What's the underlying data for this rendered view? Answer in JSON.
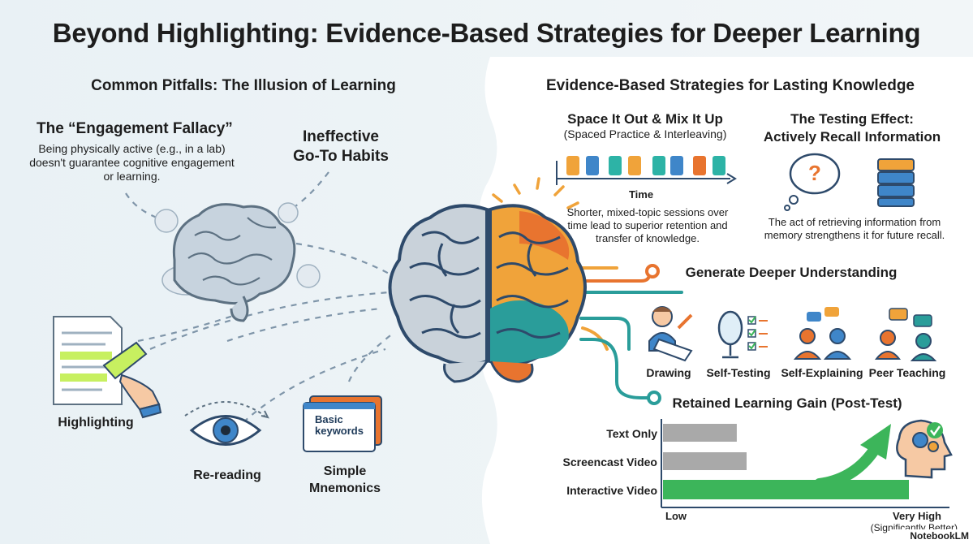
{
  "title": "Beyond Highlighting: Evidence-Based Strategies for Deeper Learning",
  "left": {
    "heading": "Common Pitfalls: The Illusion of Learning",
    "engagement": {
      "title": "The “Engagement Fallacy”",
      "body": "Being physically active (e.g., in a lab) doesn't guarantee cognitive engagement or learning."
    },
    "habits": {
      "line1": "Ineffective",
      "line2": "Go-To Habits"
    },
    "items": {
      "highlighting": "Highlighting",
      "rereading": "Re-reading",
      "mnemonics_line1": "Simple",
      "mnemonics_line2": "Mnemonics"
    },
    "card_text_line1": "Basic",
    "card_text_line2": "keywords"
  },
  "right": {
    "heading": "Evidence-Based Strategies for Lasting Knowledge",
    "spacing": {
      "title": "Space It Out & Mix It Up",
      "subtitle": "(Spaced Practice & Interleaving)",
      "axis": "Time",
      "body": "Shorter, mixed-topic sessions over time lead to superior retention and transfer of knowledge.",
      "blocks": [
        "#f0a33a",
        "#3f86c9",
        "#2db3a6",
        "#f0a33a",
        "#2db3a6",
        "#3f86c9",
        "#e8742f",
        "#2db3a6"
      ]
    },
    "testing": {
      "title_line1": "The Testing Effect:",
      "title_line2": "Actively Recall Information",
      "body": "The act of retrieving information from memory strengthens it for future recall.",
      "icon_glyph": "?"
    },
    "generate": {
      "title": "Generate Deeper Understanding",
      "items": [
        "Drawing",
        "Self-Testing",
        "Self-Explaining",
        "Peer Teaching"
      ]
    },
    "retained": {
      "title": "Retained Learning Gain (Post-Test)",
      "low_label": "Low",
      "high_label": "Very High",
      "high_sub": "(Significantly Better)"
    }
  },
  "chart_data": {
    "type": "bar",
    "title": "Retained Learning Gain (Post-Test)",
    "categories": [
      "Text Only",
      "Screencast Video",
      "Interactive Video"
    ],
    "values": [
      0.3,
      0.34,
      1.0
    ],
    "colors": [
      "#a9a9a9",
      "#a9a9a9",
      "#3cb55a"
    ],
    "x_axis_low": "Low",
    "x_axis_high": "Very High",
    "x_axis_note": "(Significantly Better)",
    "xlim": [
      0,
      1
    ]
  },
  "watermark": "NotebookLM",
  "colors": {
    "orange": "#f0a33a",
    "teal": "#2a9d9a",
    "blue": "#3f86c9",
    "green": "#3cb55a",
    "navy": "#2e4a6b"
  }
}
